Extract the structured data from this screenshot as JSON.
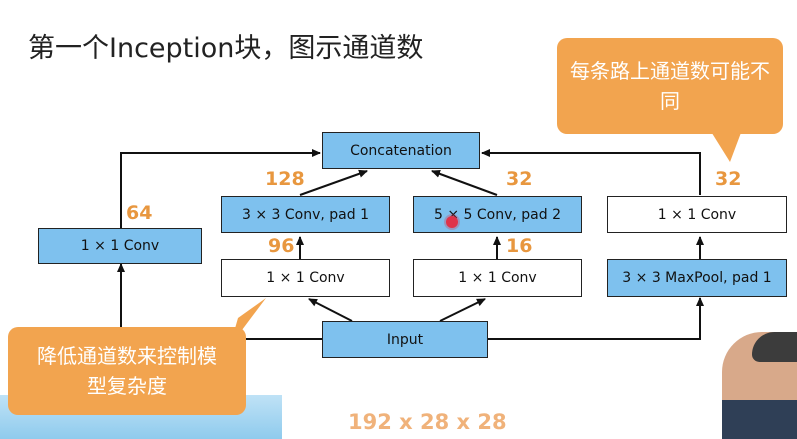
{
  "title": "第一个Inception块，图示通道数",
  "callout_top": "每条路上通道数可能不同",
  "callout_bottom": "降低通道数来控制模型复杂度",
  "input_dims": "192 x 28 x 28",
  "boxes": {
    "concat": "Concatenation",
    "path1_conv": "1 × 1 Conv",
    "path2_conv1": "1 × 1 Conv",
    "path2_conv3": "3 × 3 Conv, pad 1",
    "path3_conv1": "1 × 1 Conv",
    "path3_conv5": "5 × 5 Conv, pad 2",
    "path4_pool": "3 × 3 MaxPool, pad 1",
    "path4_conv": "1 × 1 Conv",
    "input": "Input"
  },
  "channels": {
    "path1_out": "64",
    "path2_mid": "96",
    "path2_out": "128",
    "path3_mid": "16",
    "path3_out": "32",
    "path4_out": "32"
  },
  "colors": {
    "box_blue": "#7ec1ee",
    "channel_number": "#e8973f",
    "callout": "#f2a44f"
  }
}
